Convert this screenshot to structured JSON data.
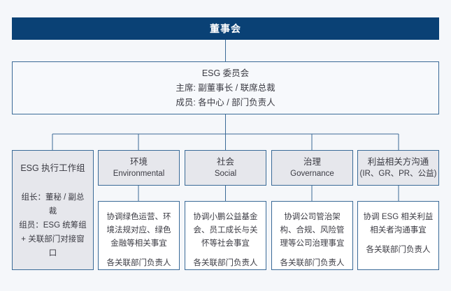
{
  "board": {
    "label": "董事会"
  },
  "committee": {
    "name": "ESG 委员会",
    "chair": "主席: 副董事长 / 联席总裁",
    "members": "成员: 各中心 / 部门负责人"
  },
  "workgroup": {
    "title": "ESG 执行工作组",
    "leader": "组长：董秘 / 副总裁",
    "members": "组员：ESG 统筹组 + 关联部门对接窗口"
  },
  "pillars": [
    {
      "zh": "环境",
      "en": "Environmental",
      "desc": "协调绿色运营、环境法规对应、绿色金融等相关事宜",
      "owner": "各关联部门负责人"
    },
    {
      "zh": "社会",
      "en": "Social",
      "desc": "协调小鹏公益基金会、员工成长与关怀等社会事宜",
      "owner": "各关联部门负责人"
    },
    {
      "zh": "治理",
      "en": "Governance",
      "desc": "协调公司管治架构、合规、风险管理等公司治理事宜",
      "owner": "各关联部门负责人"
    },
    {
      "zh": "利益相关方沟通",
      "en": "(IR、GR、PR、公益)",
      "desc": "协调 ESG 相关利益相关者沟通事宜",
      "owner": "各关联部门负责人"
    }
  ],
  "colors": {
    "banner": "#0a4175",
    "border": "#3a6a97",
    "header_fill": "#e6e7ec",
    "body_fill": "#ffffff",
    "page_bg": "#f5f7fa",
    "text": "#3a3a42"
  }
}
